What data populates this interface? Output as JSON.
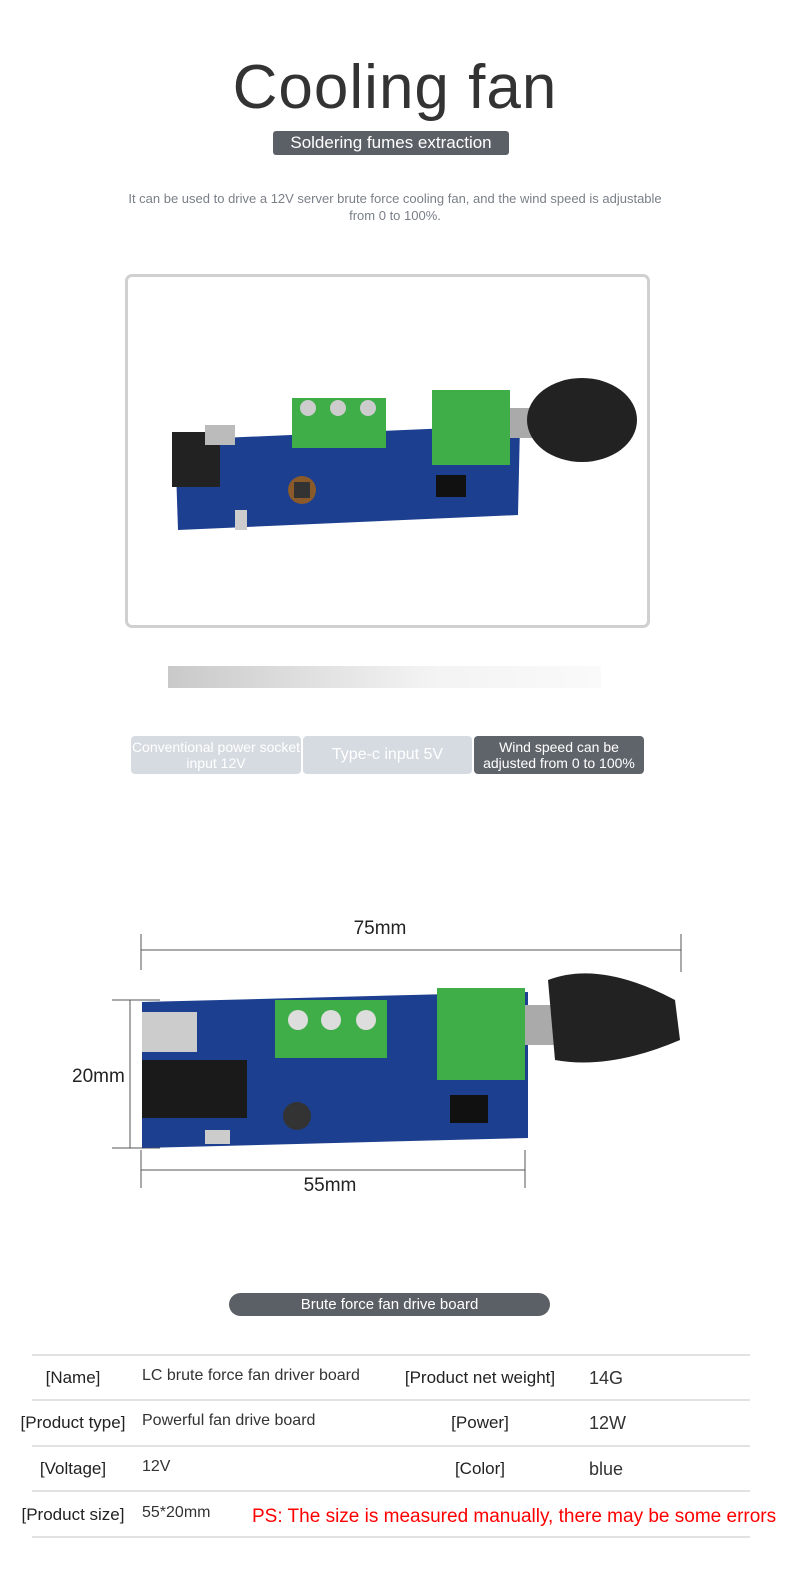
{
  "header": {
    "title": "Cooling fan",
    "badge": "Soldering fumes extraction",
    "description": "It can be used to drive a 12V server brute force cooling fan, and the wind speed is adjustable from 0 to 100%."
  },
  "features": [
    {
      "label": "Conventional power socket input 12V",
      "active": false
    },
    {
      "label": "Type-c input 5V",
      "active": false
    },
    {
      "label": "Wind speed can be adjusted from 0 to 100%",
      "active": true
    }
  ],
  "dimensions": {
    "length": "75mm",
    "height": "20mm",
    "board_length": "55mm"
  },
  "spec_title": "Brute force fan drive board",
  "specs": [
    {
      "label1": "[Name]",
      "value1": "LC brute force fan driver board",
      "label2": "[Product net weight]",
      "value2": "14G"
    },
    {
      "label1": "[Product type]",
      "value1": "Powerful fan drive board",
      "label2": "[Power]",
      "value2": "12W"
    },
    {
      "label1": "[Voltage]",
      "value1": "12V",
      "label2": "[Color]",
      "value2": "blue"
    },
    {
      "label1": "[Product size]",
      "value1": "55*20mm",
      "note": "PS: The size is measured manually, there may be some errors"
    }
  ],
  "colors": {
    "badge": "#5b5f66",
    "pcb": "#1d3f8f",
    "terminal": "#3fae49",
    "note": "#ff0000"
  }
}
